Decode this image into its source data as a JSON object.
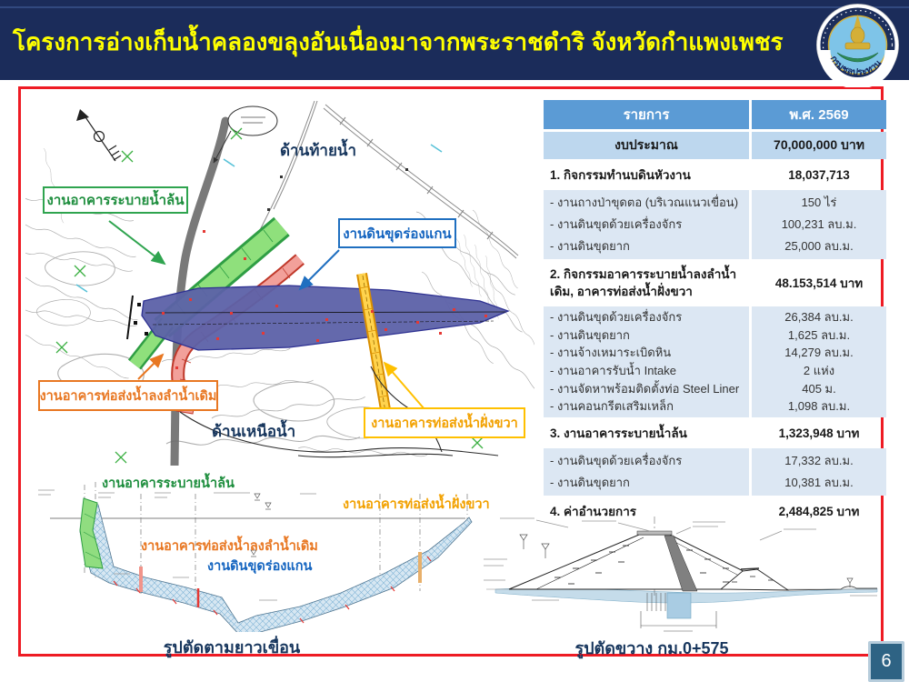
{
  "header": {
    "title": "โครงการอ่างเก็บน้ำคลองขลุงอันเนื่องมาจากพระราชดำริ จังหวัดกำแพงเพชร",
    "logo_text": "กรมชลประทาน",
    "bar_color": "#1B2C5A",
    "title_color": "#FFFF00"
  },
  "page_number": "6",
  "map": {
    "downstream_label": "ด้านท้ายน้ำ",
    "upstream_label": "ด้านเหนือน้ำ",
    "callouts": {
      "spillway": {
        "label": "งานอาคารระบายน้ำล้น",
        "color": "#2FA44F"
      },
      "core_trench": {
        "label": "งานดินขุดร่องแกน",
        "color": "#1F6FC0"
      },
      "outlet_original": {
        "label": "งานอาคารท่อส่งน้ำลงลำน้ำเดิม",
        "color": "#E87722"
      },
      "outlet_right": {
        "label": "งานอาคารท่อส่งน้ำฝั่งขวา",
        "color": "#FFC000"
      }
    }
  },
  "long_section": {
    "label_spillway": "งานอาคารระบายน้ำล้น",
    "label_outlet_right": "งานอาคารท่อส่งน้ำฝั่งขวา",
    "label_outlet_original": "งานอาคารท่อส่งน้ำลงลำน้ำเดิม",
    "label_core_trench": "งานดินขุดร่องแกน",
    "caption": "รูปตัดตามยาวเขื่อน"
  },
  "cross_section": {
    "caption": "รูปตัดขวาง กม.0+575"
  },
  "table": {
    "col_item": "รายการ",
    "col_year": "พ.ศ. 2569",
    "budget": {
      "label": "งบประมาณ",
      "value": "70,000,000 บาท"
    },
    "sections": [
      {
        "title": "1. กิจกรรมทำนบดินหัวงาน",
        "amount": "18,037,713",
        "details": [
          {
            "label": "- งานถางป่าขุดตอ (บริเวณแนวเขื่อน)",
            "value": "150 ไร่"
          },
          {
            "label": "- งานดินขุดด้วยเครื่องจักร",
            "value": "100,231 ลบ.ม."
          },
          {
            "label": "- งานดินขุดยาก",
            "value": "25,000 ลบ.ม."
          }
        ]
      },
      {
        "title": "2. กิจกรรมอาคารระบายน้ำลงลำน้ำเดิม, อาคารท่อส่งน้ำฝั่งขวา",
        "amount": "48.153,514 บาท",
        "details": [
          {
            "label": "- งานดินขุดด้วยเครื่องจักร",
            "value": "26,384 ลบ.ม."
          },
          {
            "label": "- งานดินขุดยาก",
            "value": "1,625 ลบ.ม."
          },
          {
            "label": "- งานจ้างเหมาระเบิดหิน",
            "value": "14,279 ลบ.ม."
          },
          {
            "label": "- งานอาคารรับน้ำ Intake",
            "value": "2 แห่ง"
          },
          {
            "label": "- งานจัดหาพร้อมติดตั้งท่อ Steel Liner",
            "value": "405 ม."
          },
          {
            "label": "- งานคอนกรีตเสริมเหล็ก",
            "value": "1,098 ลบ.ม."
          }
        ]
      },
      {
        "title": "3. งานอาคารระบายน้ำล้น",
        "amount": "1,323,948 บาท",
        "details": [
          {
            "label": "- งานดินขุดด้วยเครื่องจักร",
            "value": "17,332 ลบ.ม."
          },
          {
            "label": "- งานดินขุดยาก",
            "value": "10,381 ลบ.ม."
          }
        ]
      },
      {
        "title": "4. ค่าอำนวยการ",
        "amount": "2,484,825 บาท",
        "details": []
      }
    ],
    "colors": {
      "header_bg": "#5B9BD5",
      "budget_bg": "#BDD7EE",
      "detail_bg": "#DCE7F3"
    }
  }
}
